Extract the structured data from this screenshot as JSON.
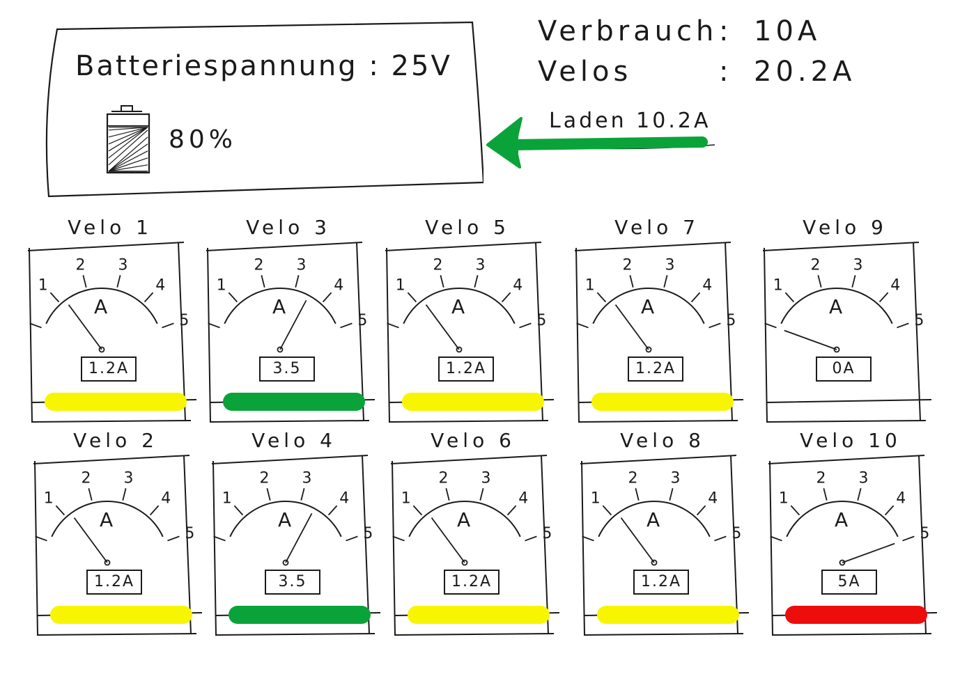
{
  "battery": {
    "voltage_label": "Batteriespannung",
    "voltage_value": ": 25V",
    "percent_text": "80%",
    "charge_level": 0.8
  },
  "stats": {
    "consumption_label": "Verbrauch",
    "consumption_value": "10A",
    "velos_label": "Velos",
    "velos_value": "20.2A",
    "separator": ":"
  },
  "charging": {
    "label": "Laden 10.2A",
    "arrow_color": "#0aa33a"
  },
  "gauge_scale": [
    "0",
    "1",
    "2",
    "3",
    "4",
    "5"
  ],
  "gauge_unit": "A",
  "colors": {
    "yellow": "#f7f500",
    "green": "#0aa33a",
    "red": "#ee0d0d"
  },
  "meters": [
    {
      "name": "Velo 1",
      "readout": "1.2A",
      "current": 1.2,
      "bar_color": "yellow"
    },
    {
      "name": "Velo 3",
      "readout": "3.5",
      "current": 3.5,
      "bar_color": "green"
    },
    {
      "name": "Velo 5",
      "readout": "1.2A",
      "current": 1.2,
      "bar_color": "yellow"
    },
    {
      "name": "Velo 7",
      "readout": "1.2A",
      "current": 1.2,
      "bar_color": "yellow"
    },
    {
      "name": "Velo 9",
      "readout": "0A",
      "current": 0,
      "bar_color": "none"
    },
    {
      "name": "Velo 2",
      "readout": "1.2A",
      "current": 1.2,
      "bar_color": "yellow"
    },
    {
      "name": "Velo 4",
      "readout": "3.5",
      "current": 3.5,
      "bar_color": "green"
    },
    {
      "name": "Velo 6",
      "readout": "1.2A",
      "current": 1.2,
      "bar_color": "yellow"
    },
    {
      "name": "Velo 8",
      "readout": "1.2A",
      "current": 1.2,
      "bar_color": "yellow"
    },
    {
      "name": "Velo 10",
      "readout": "5A",
      "current": 5,
      "bar_color": "red"
    }
  ]
}
